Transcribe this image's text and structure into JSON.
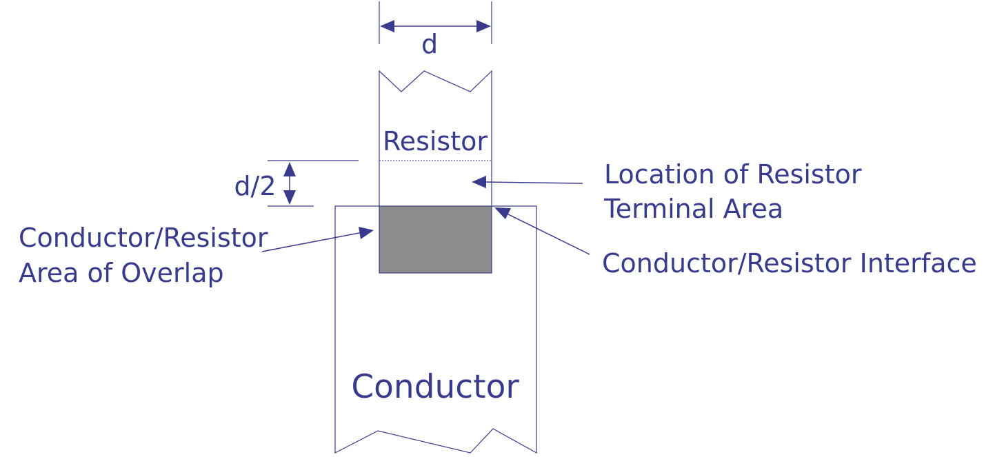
{
  "labels": {
    "dimension_width": "d",
    "dimension_half": "d/2",
    "resistor": "Resistor",
    "conductor": "Conductor",
    "terminal_area_line1": "Location of Resistor",
    "terminal_area_line2": "Terminal Area",
    "overlap_line1": "Conductor/Resistor",
    "overlap_line2": "Area of Overlap",
    "interface": "Conductor/Resistor Interface"
  },
  "colors": {
    "ink": "#3a3a8c",
    "overlap_fill": "#8c8c8c",
    "background": "#ffffff"
  }
}
